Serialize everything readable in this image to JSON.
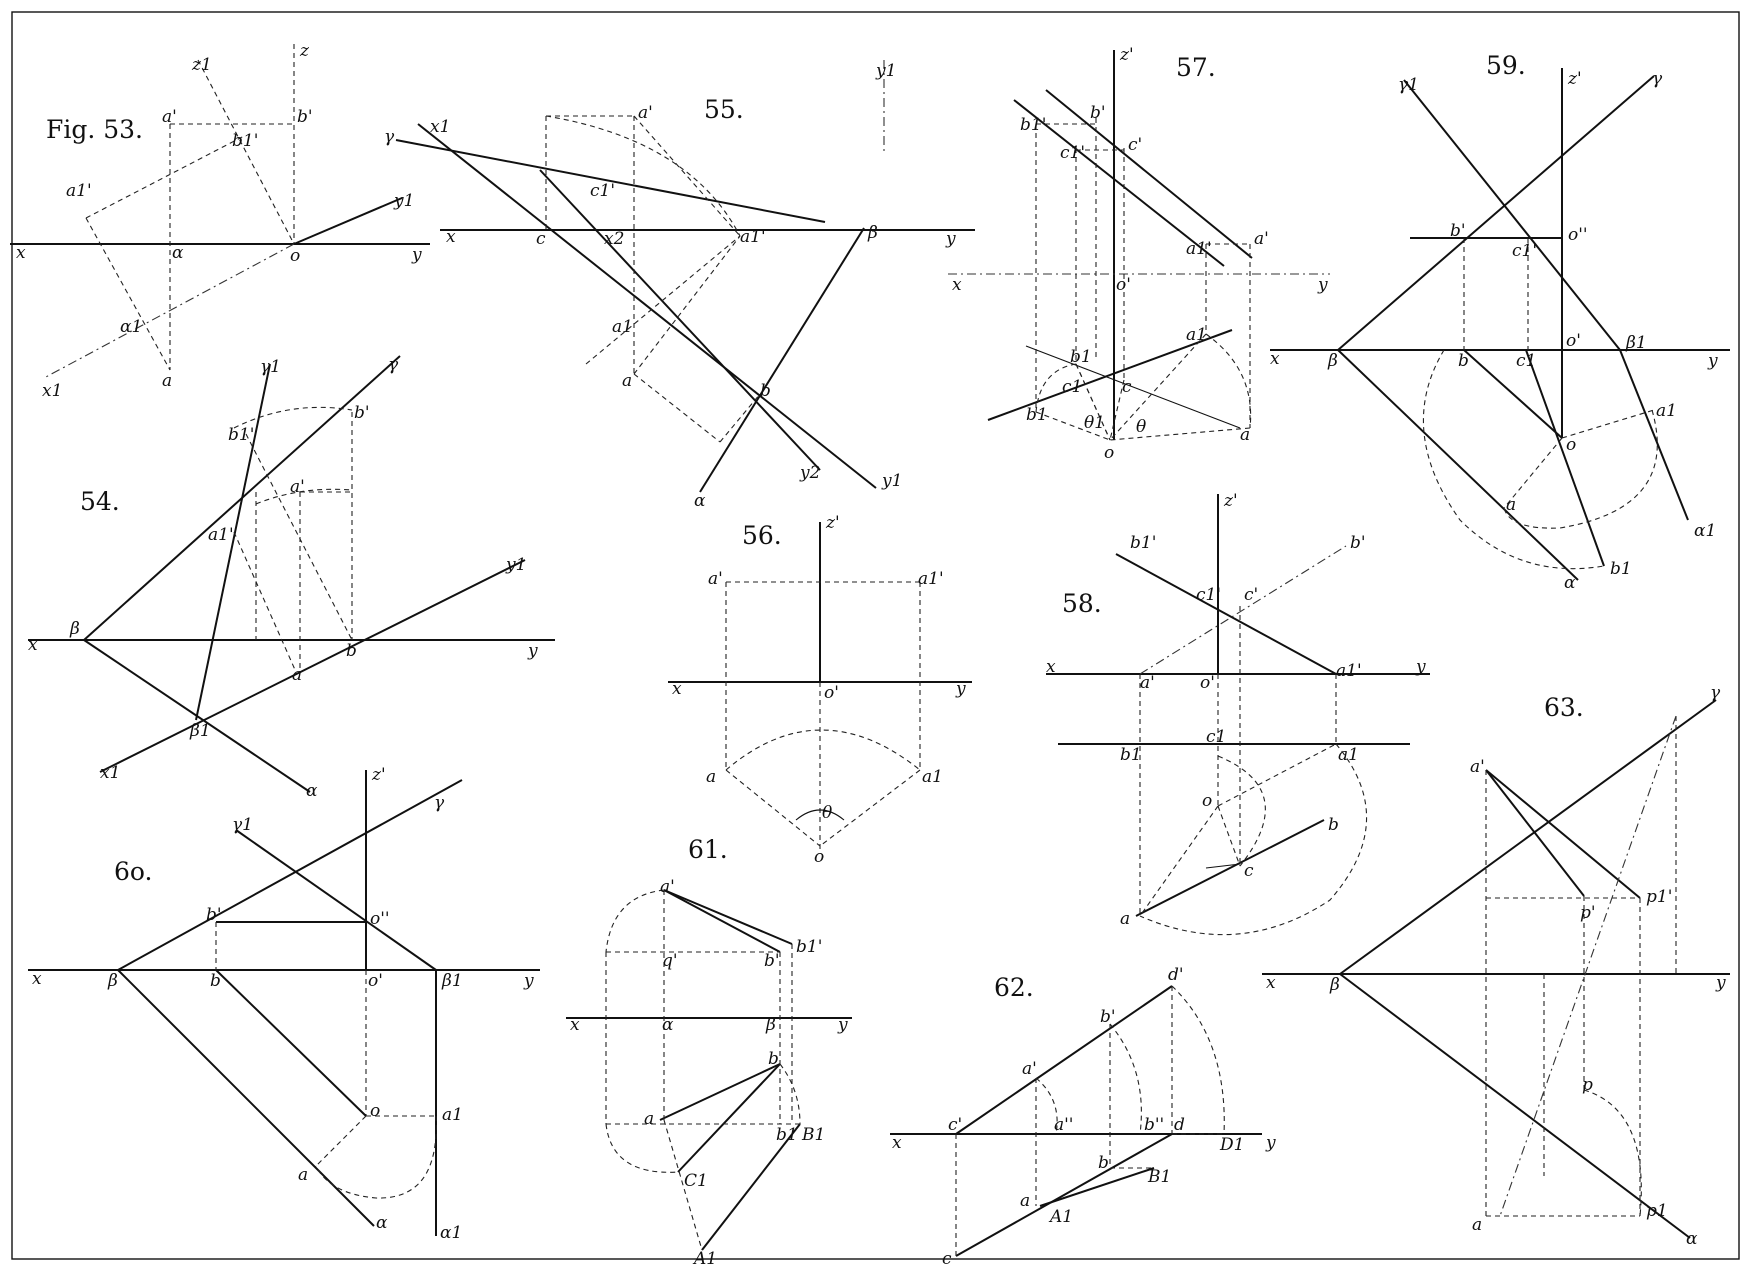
{
  "figures": {
    "f53": {
      "title": "Fig. 53.",
      "labels": [
        "z",
        "z1",
        "a'",
        "b'",
        "b1'",
        "a1'",
        "x",
        "α",
        "o",
        "y",
        "y1",
        "α1",
        "x1",
        "a"
      ]
    },
    "f54": {
      "title": "54.",
      "labels": [
        "γ1",
        "γ",
        "b1'",
        "b'",
        "a'",
        "a1'",
        "β",
        "x",
        "b",
        "a",
        "y",
        "y1",
        "β1",
        "x1",
        "α"
      ]
    },
    "f55": {
      "title": "55.",
      "labels": [
        "γ",
        "x1",
        "a'",
        "y1",
        "c1'",
        "x",
        "c",
        "x2",
        "a1'",
        "β",
        "y",
        "a1",
        "a",
        "b",
        "α",
        "y2",
        "y1"
      ]
    },
    "f56": {
      "title": "56.",
      "labels": [
        "z'",
        "a'",
        "a1'",
        "x",
        "o'",
        "y",
        "a",
        "a1",
        "θ",
        "o"
      ]
    },
    "f57": {
      "title": "57.",
      "labels": [
        "z'",
        "b1'",
        "b'",
        "c1'",
        "c'",
        "a1'",
        "a'",
        "x",
        "o'",
        "y",
        "a1",
        "b1",
        "c1",
        "c",
        "b1",
        "θ1",
        "θ",
        "o",
        "a"
      ]
    },
    "f58": {
      "title": "58.",
      "labels": [
        "z'",
        "b1'",
        "b'",
        "c1'",
        "c'",
        "x",
        "a'",
        "o'",
        "a1'",
        "y",
        "b1",
        "c1",
        "a1",
        "o",
        "b",
        "c",
        "a"
      ]
    },
    "f59": {
      "title": "59.",
      "labels": [
        "γ1",
        "z'",
        "γ",
        "b'",
        "o''",
        "c1'",
        "x",
        "β",
        "b",
        "c1",
        "o'",
        "β1",
        "y",
        "a1",
        "o",
        "a",
        "α1",
        "α",
        "b1"
      ]
    },
    "f60": {
      "title": "6o.",
      "labels": [
        "γ1",
        "z'",
        "γ",
        "b'",
        "o''",
        "x",
        "β",
        "b",
        "o'",
        "β1",
        "y",
        "o",
        "a1",
        "a",
        "α",
        "α1"
      ]
    },
    "f61": {
      "title": "61.",
      "labels": [
        "a'",
        "b1'",
        "q'",
        "b'",
        "x",
        "α",
        "β",
        "y",
        "b",
        "a",
        "b1",
        "B1",
        "C1",
        "A1"
      ]
    },
    "f62": {
      "title": "62.",
      "labels": [
        "d'",
        "b'",
        "a'",
        "c'",
        "a''",
        "b''",
        "d",
        "D1",
        "x",
        "y",
        "b",
        "B1",
        "a",
        "A1",
        "c"
      ]
    },
    "f63": {
      "title": "63.",
      "labels": [
        "γ",
        "a'",
        "p'",
        "p1'",
        "x",
        "β",
        "y",
        "p",
        "a",
        "p1",
        "α"
      ]
    }
  }
}
